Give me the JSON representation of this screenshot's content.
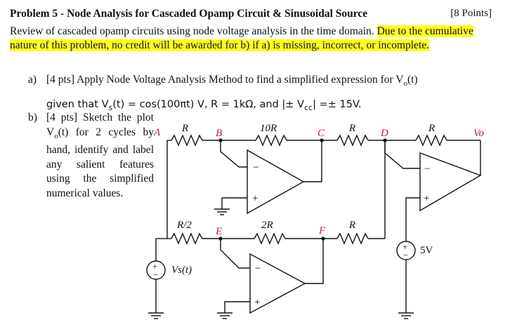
{
  "header": {
    "title": "Problem 5 - Node Analysis for Cascaded Opamp Circuit & Sinusoidal Source",
    "points": "[8 Points]"
  },
  "intro": {
    "plain": "Review of cascaded opamp circuits using node voltage analysis in the time domain. ",
    "highlighted": "Due to the cumulative nature of this problem, no credit will be awarded for b) if a) is missing, incorrect, or incomplete."
  },
  "part_a": {
    "letter": "a)",
    "line1_prefix": "[4 pts] Apply Node Voltage Analysis Method to find a simplified expression for V",
    "line1_sub": "o",
    "line1_suffix": "(t)",
    "line2_prefix": "given that V",
    "line2_sub": "s",
    "line2_mid": "(t)  =  cos(100πt) V, R  =  1kΩ, and |± V",
    "line2_sub2": "cc",
    "line2_suffix": "| =± 15V."
  },
  "part_b": {
    "letter": "b)",
    "text_before_sub": "[4 pts] Sketch the plot V",
    "sub": "o",
    "text_after_sub": "(t) for 2 cycles by hand, identify and label any salient features using the simplified numerical values."
  },
  "circuit": {
    "nodes": {
      "A": "A",
      "B": "B",
      "C": "C",
      "D": "D",
      "E": "E",
      "F": "F",
      "vo": "Vo"
    },
    "resistors": {
      "r_ab": "R",
      "r_bc": "10R",
      "r_cd": "R",
      "r_do": "R",
      "r_ae": "R/2",
      "r_ef": "2R",
      "r_fd": "R"
    },
    "sources": {
      "vs": "Vs(t)",
      "dc": "5V",
      "plus": "+",
      "minus": "−"
    },
    "opamp_pins": {
      "inv": "−",
      "noninv": "+"
    },
    "colors": {
      "node_label": "#c2185b",
      "highlight": "#ffff1f"
    }
  }
}
